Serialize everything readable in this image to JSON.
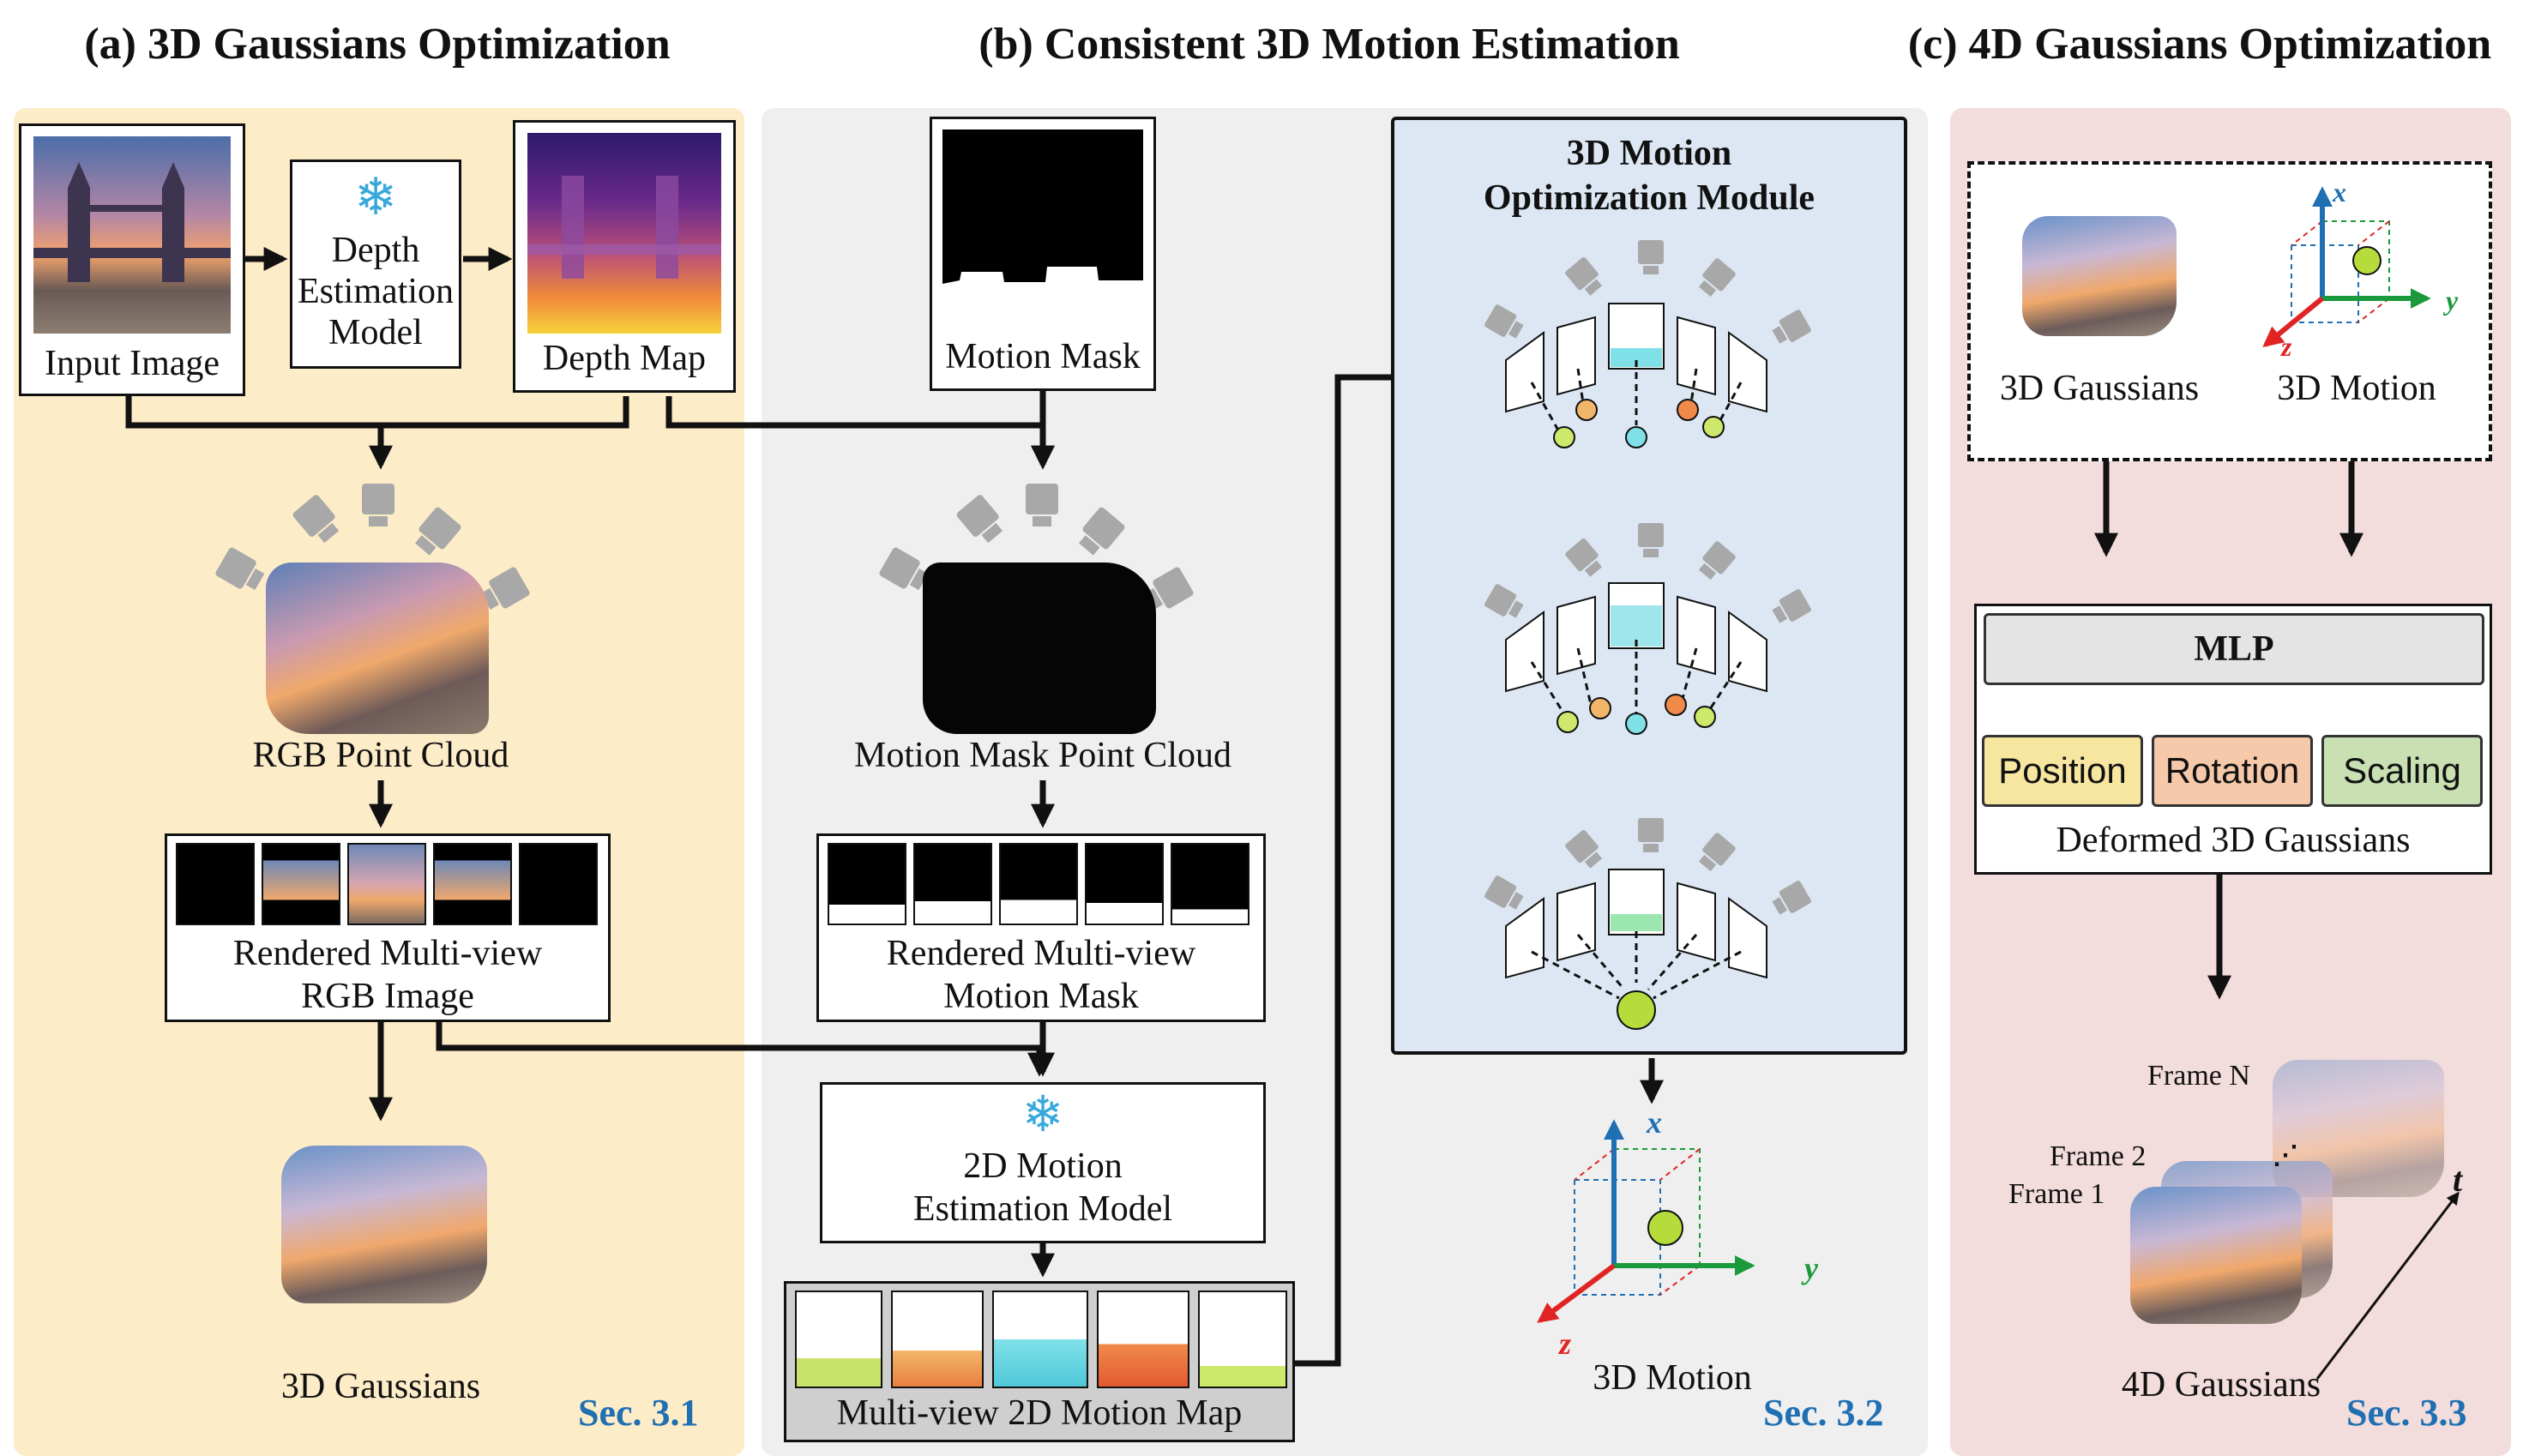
{
  "sections": {
    "a": {
      "title": "(a) 3D Gaussians Optimization",
      "sec": "Sec. 3.1"
    },
    "b": {
      "title": "(b) Consistent 3D Motion Estimation",
      "sec": "Sec. 3.2"
    },
    "c": {
      "title": "(c) 4D Gaussians Optimization",
      "sec": "Sec. 3.3"
    }
  },
  "a": {
    "input_image": "Input Image",
    "depth_model": [
      "Depth",
      "Estimation",
      "Model"
    ],
    "depth_map": "Depth Map",
    "rgb_point_cloud": "RGB Point Cloud",
    "rendered_rgb": [
      "Rendered Multi-view",
      "RGB Image"
    ],
    "gaussians": "3D Gaussians"
  },
  "b": {
    "motion_mask": "Motion Mask",
    "mask_point_cloud": "Motion Mask Point Cloud",
    "rendered_mask": [
      "Rendered Multi-view",
      "Motion Mask"
    ],
    "motion_model": [
      "2D Motion",
      "Estimation Model"
    ],
    "motion_map": "Multi-view 2D Motion Map",
    "module_title": [
      "3D Motion",
      "Optimization Module"
    ],
    "motion_3d": "3D Motion"
  },
  "c": {
    "gaussians": "3D Gaussians",
    "motion": "3D Motion",
    "mlp": "MLP",
    "position": "Position",
    "rotation": "Rotation",
    "scaling": "Scaling",
    "deformed": "Deformed 3D Gaussians",
    "frame_n": "Frame N",
    "frame_2": "Frame 2",
    "frame_1": "Frame 1",
    "t_axis": "t",
    "four_d": "4D Gaussians"
  },
  "axes": {
    "x": "x",
    "y": "y",
    "z": "z"
  },
  "colors": {
    "panel_a": "#fdecc8",
    "panel_b": "#efefef",
    "panel_c": "#f2dcdc",
    "module_bg": "#dce7f3",
    "position": "#f6e6a0",
    "rotation": "#f5c9aa",
    "scaling": "#c9e0b3",
    "mlp": "#e4e4e4",
    "sec_blue": "#1f6fb3",
    "snowflake": "#39a9dc"
  }
}
